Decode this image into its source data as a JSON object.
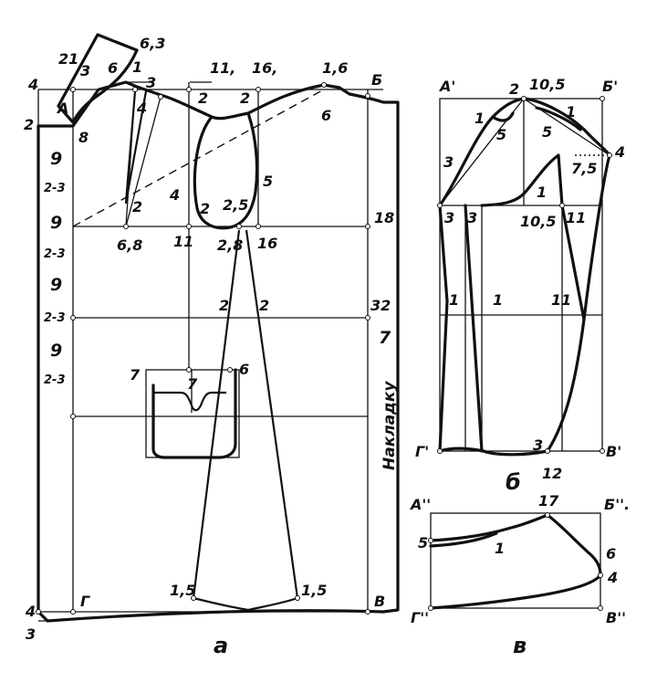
{
  "labels": {
    "main": {
      "l_21": "21",
      "l_3_top": "3",
      "l_6_top": "6",
      "l_63": "6,3",
      "l_1_top": "1",
      "l_3b": "3",
      "l_11": "11,",
      "l_16": "16,",
      "l_16b": "1,6",
      "l_B": "Б",
      "l_4": "4",
      "l_A": "A",
      "l_2_left": "2",
      "l_8": "8",
      "l_2a": "2",
      "l_2b": "2",
      "l_6b": "6",
      "l_4b": "4",
      "l_5": "5",
      "l_2c": "2",
      "l_4c": "4",
      "l_2d": "2",
      "l_25": "2,5",
      "l_9a": "9",
      "l_23a": "2-3",
      "l_9b": "9",
      "l_68": "6,8",
      "l_11b": "11",
      "l_28": "2,8",
      "l_16c": "16",
      "l_18": "18",
      "l_23b": "2-3",
      "l_9c": "9",
      "l_2e": "2",
      "l_2f": "2",
      "l_32": "32",
      "l_23c": "2-3",
      "l_9d": "9",
      "l_7": "7",
      "l_23d": "2-3",
      "l_7p": "7",
      "l_7c": "7",
      "l_6p": "6",
      "l_15a": "1,5",
      "l_15b": "1,5",
      "l_G": "Г",
      "l_V": "В",
      "l_4bot": "4",
      "l_3bot": "3",
      "caption": "а",
      "vertical": "Накладку"
    },
    "sleeve": {
      "l_A1": "A'",
      "l_2": "2",
      "l_105": "10,5",
      "l_B1": "Б'",
      "l_1a": "1",
      "l_5a": "5",
      "l_5b": "5",
      "l_1b": "1",
      "l_75": "7,5",
      "l_4": "4",
      "l_3a": "3",
      "l_3b": "3",
      "l_3c": "3",
      "l_1c": "1",
      "l_105b": "10,5",
      "l_11": "11",
      "l_1d": "1",
      "l_1e": "1",
      "l_11b": "11",
      "l_G1": "Г'",
      "l_3d": "3",
      "l_V1": "В'",
      "l_12": "12",
      "caption": "б"
    },
    "collar": {
      "l_A2": "A''",
      "l_17": "17",
      "l_B2": "Б''.",
      "l_5": "5",
      "l_1": "1",
      "l_6": "6",
      "l_4": "4",
      "l_G2": "Г''",
      "l_V2": "В''",
      "caption": "в"
    }
  }
}
